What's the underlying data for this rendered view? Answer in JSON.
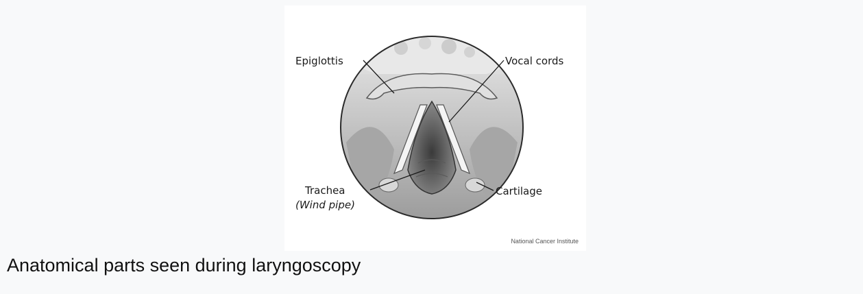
{
  "figure": {
    "labels": {
      "epiglottis": "Epiglottis",
      "vocal_cords": "Vocal cords",
      "trachea": "Trachea",
      "wind_pipe": "(Wind pipe)",
      "cartilage": "Cartilage"
    },
    "credit": "National Cancer Institute",
    "caption": "Anatomical parts seen during laryngoscopy"
  }
}
